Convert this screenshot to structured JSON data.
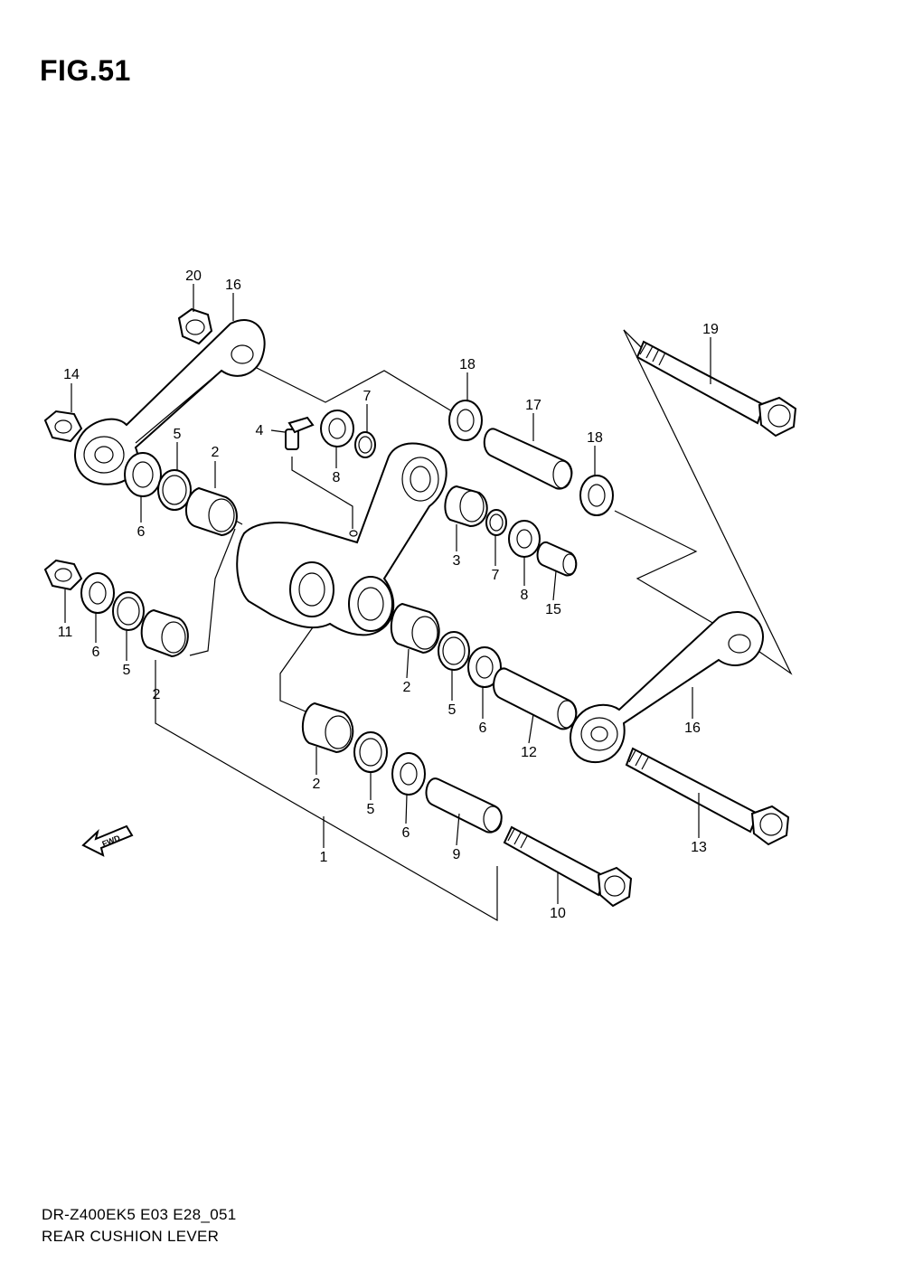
{
  "figure": {
    "title": "FIG.51",
    "fwd_label": "FWD"
  },
  "labels": [
    {
      "id": "1",
      "text": "1"
    },
    {
      "id": "2a",
      "text": "2"
    },
    {
      "id": "2b",
      "text": "2"
    },
    {
      "id": "2c",
      "text": "2"
    },
    {
      "id": "2d",
      "text": "2"
    },
    {
      "id": "3",
      "text": "3"
    },
    {
      "id": "4",
      "text": "4"
    },
    {
      "id": "5a",
      "text": "5"
    },
    {
      "id": "5b",
      "text": "5"
    },
    {
      "id": "5c",
      "text": "5"
    },
    {
      "id": "5d",
      "text": "5"
    },
    {
      "id": "6a",
      "text": "6"
    },
    {
      "id": "6b",
      "text": "6"
    },
    {
      "id": "6c",
      "text": "6"
    },
    {
      "id": "6d",
      "text": "6"
    },
    {
      "id": "7a",
      "text": "7"
    },
    {
      "id": "7b",
      "text": "7"
    },
    {
      "id": "8a",
      "text": "8"
    },
    {
      "id": "8b",
      "text": "8"
    },
    {
      "id": "9",
      "text": "9"
    },
    {
      "id": "10",
      "text": "10"
    },
    {
      "id": "11",
      "text": "11"
    },
    {
      "id": "12",
      "text": "12"
    },
    {
      "id": "13",
      "text": "13"
    },
    {
      "id": "14",
      "text": "14"
    },
    {
      "id": "15",
      "text": "15"
    },
    {
      "id": "16a",
      "text": "16"
    },
    {
      "id": "16b",
      "text": "16"
    },
    {
      "id": "17",
      "text": "17"
    },
    {
      "id": "18a",
      "text": "18"
    },
    {
      "id": "18b",
      "text": "18"
    },
    {
      "id": "19",
      "text": "19"
    },
    {
      "id": "20",
      "text": "20"
    }
  ],
  "footer": {
    "code": "DR-Z400EK5 E03 E28_051",
    "name": "REAR CUSHION LEVER"
  }
}
